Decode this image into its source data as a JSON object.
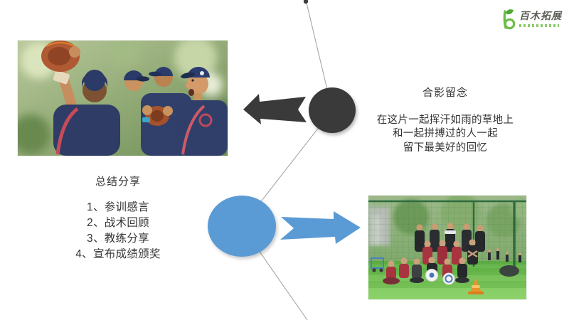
{
  "logo": {
    "text": "百木拓展"
  },
  "photo_note": {
    "title": "合影留念",
    "lines": [
      "在这片一起挥汗如雨的草地上",
      "和一起拼搏过的人一起",
      "留下最美好的回忆"
    ]
  },
  "summary": {
    "title": "总结分享",
    "items": [
      "1、参训感言",
      "2、战术回顾",
      "3、教练分享",
      "4、宣布成绩颁奖"
    ]
  },
  "colors": {
    "accent_blue": "#5B9BD5",
    "dark_shape": "#3A3A3A",
    "logo_green": "#6CBE45",
    "connector_gray": "#9E9E9E",
    "text": "#333333"
  }
}
